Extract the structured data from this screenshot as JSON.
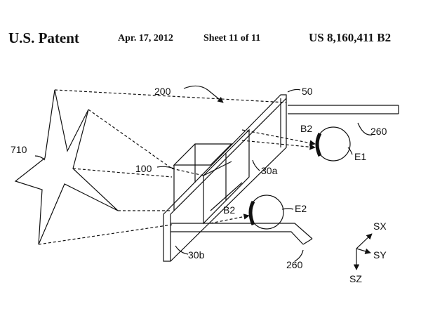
{
  "header": {
    "title": "U.S. Patent",
    "date": "Apr. 17, 2012",
    "sheet": "Sheet 11 of 11",
    "patent_number": "US 8,160,411 B2"
  },
  "labels": {
    "device": "200",
    "frame": "50",
    "star": "710",
    "housing": "100",
    "pupil_upper": "B2",
    "pupil_lower": "B2",
    "temple_upper": "260",
    "eye_upper": "E1",
    "plate_upper": "30a",
    "eye_lower": "E2",
    "plate_lower": "30b",
    "temple_lower": "260",
    "axis_sx": "SX",
    "axis_sy": "SY",
    "axis_sz": "SZ"
  }
}
